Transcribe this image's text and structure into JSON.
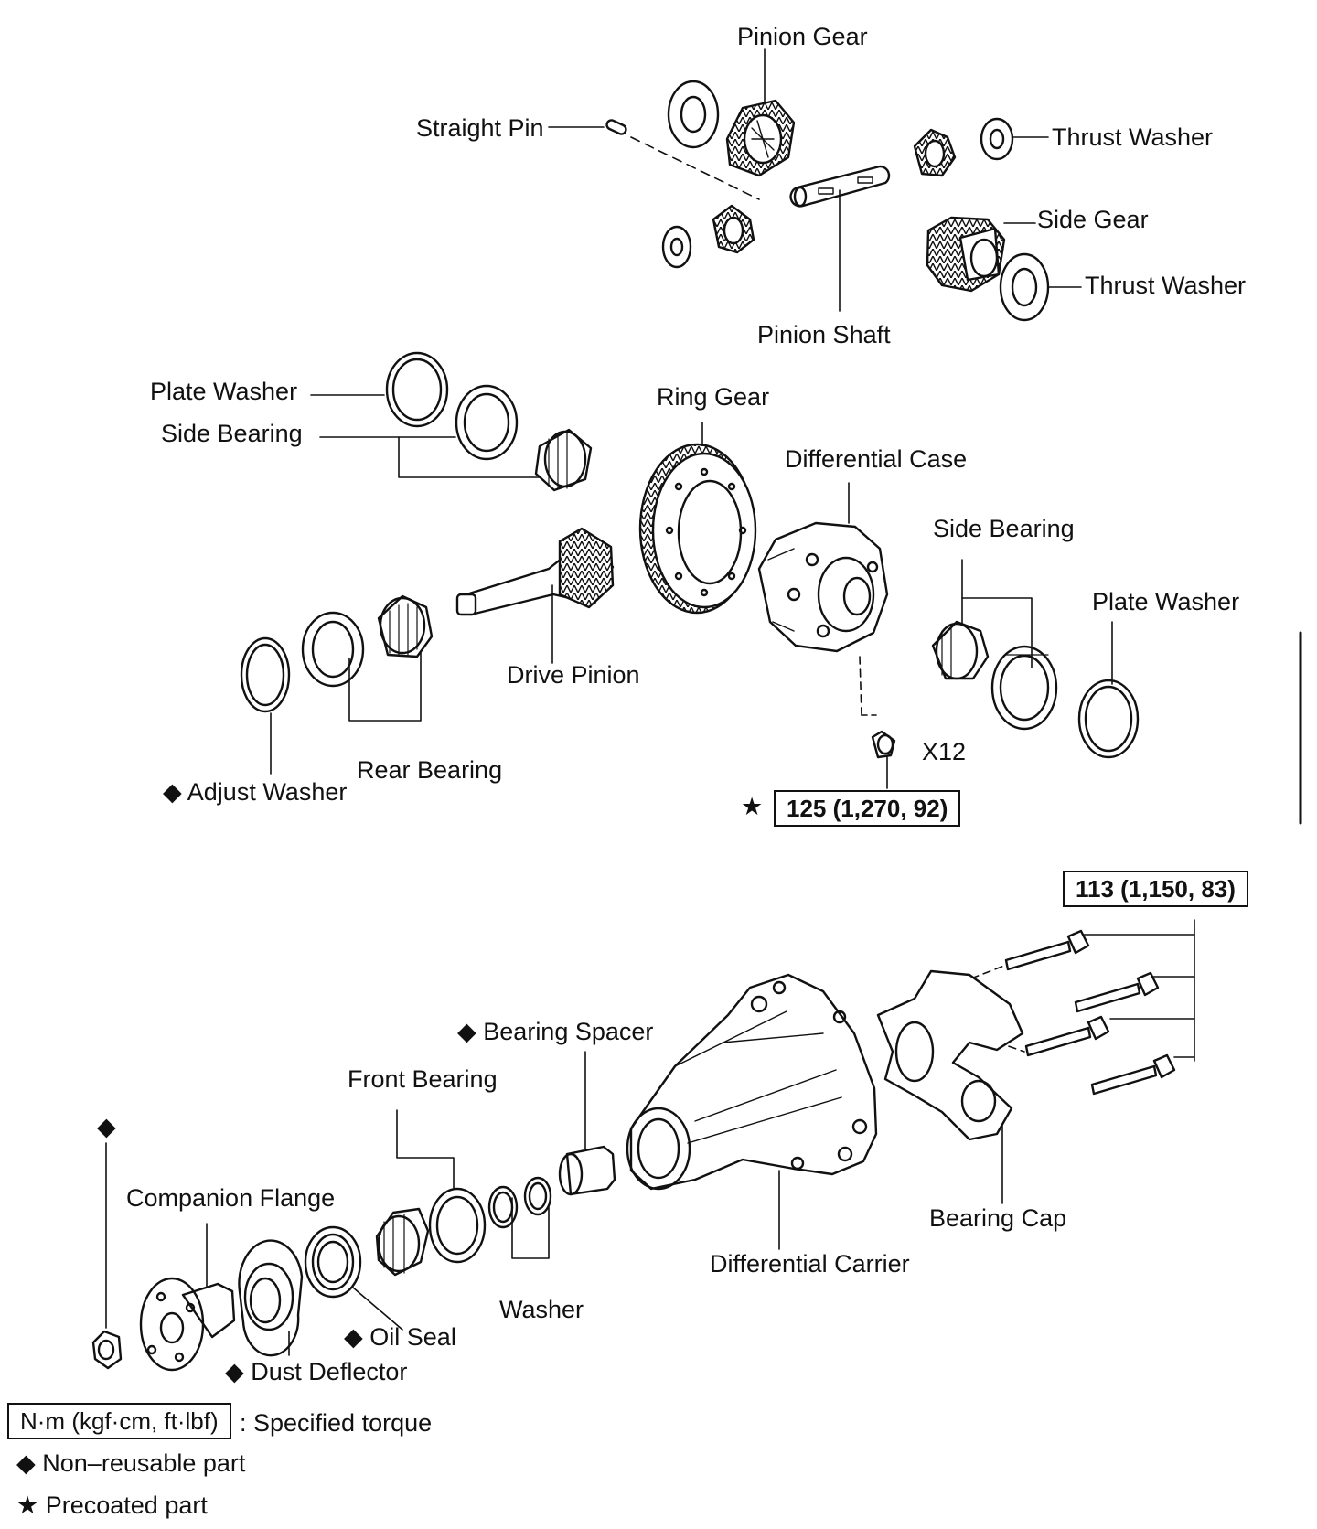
{
  "labels": {
    "pinion_gear": "Pinion Gear",
    "straight_pin": "Straight Pin",
    "thrust_washer_upper": "Thrust Washer",
    "side_gear": "Side Gear",
    "thrust_washer_lower": "Thrust Washer",
    "pinion_shaft": "Pinion Shaft",
    "plate_washer_left": "Plate Washer",
    "side_bearing_left": "Side Bearing",
    "ring_gear": "Ring Gear",
    "differential_case": "Differential Case",
    "side_bearing_right": "Side Bearing",
    "plate_washer_right": "Plate Washer",
    "drive_pinion": "Drive Pinion",
    "rear_bearing": "Rear Bearing",
    "adjust_washer": "Adjust Washer",
    "bolt_count": "X12",
    "bearing_spacer": "Bearing Spacer",
    "front_bearing": "Front Bearing",
    "companion_flange": "Companion Flange",
    "washer": "Washer",
    "oil_seal": "Oil Seal",
    "dust_deflector": "Dust Deflector",
    "differential_carrier": "Differential Carrier",
    "bearing_cap": "Bearing Cap"
  },
  "torque": {
    "ring_gear_bolt": "125 (1,270, 92)",
    "bearing_cap_bolt": "113 (1,150, 83)"
  },
  "symbols": {
    "non_reusable": "◆",
    "precoated": "★"
  },
  "legend": {
    "torque_unit": "N·m (kgf·cm, ft·lbf)",
    "torque_desc": ": Specified torque",
    "non_reusable_desc": "Non–reusable part",
    "precoated_desc": "Precoated part"
  }
}
